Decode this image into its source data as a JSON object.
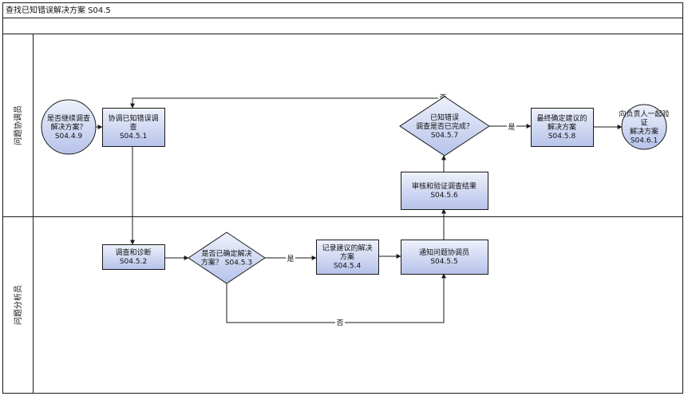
{
  "title": "查找已知错误解决方案 S04.5",
  "lanes": [
    {
      "id": "coordinator",
      "label": "问题协调员"
    },
    {
      "id": "analyst",
      "label": "问题分析员"
    }
  ],
  "nodes": [
    {
      "id": "n1",
      "shape": "circle",
      "lines": [
        "是否继续调查",
        "解决方案？",
        "S04.4.9"
      ]
    },
    {
      "id": "n2",
      "shape": "rect",
      "lines": [
        "协调已知错误调",
        "查",
        "S04.5.1"
      ]
    },
    {
      "id": "n3",
      "shape": "rect",
      "lines": [
        "调查和诊断",
        "S04.5.2"
      ]
    },
    {
      "id": "n4",
      "shape": "diamond",
      "lines": [
        "是否已确定解决",
        "方案？ S04.5.3"
      ]
    },
    {
      "id": "n5",
      "shape": "rect",
      "lines": [
        "记录建议的解决",
        "方案",
        "S04.5.4"
      ]
    },
    {
      "id": "n6",
      "shape": "rect",
      "lines": [
        "通知问题协调员",
        "S04.5.5"
      ]
    },
    {
      "id": "n7",
      "shape": "rect",
      "lines": [
        "审核和验证调查结果",
        "S04.5.6"
      ]
    },
    {
      "id": "n8",
      "shape": "diamond",
      "lines": [
        "已知错误",
        "调查是否已完成？",
        "S04.5.7"
      ]
    },
    {
      "id": "n9",
      "shape": "rect",
      "lines": [
        "最终确定建议的",
        "解决方案",
        "S04.5.8"
      ]
    },
    {
      "id": "n10",
      "shape": "circle",
      "lines": [
        "向负责人一起验",
        "证",
        "解决方案",
        "S04.6.1"
      ]
    }
  ],
  "edges": [
    {
      "from": "n1",
      "to": "n2",
      "label": ""
    },
    {
      "from": "n2",
      "to": "n3",
      "label": ""
    },
    {
      "from": "n3",
      "to": "n4",
      "label": ""
    },
    {
      "from": "n4",
      "to": "n5",
      "label": "是"
    },
    {
      "from": "n4",
      "to": "n6",
      "label": "否"
    },
    {
      "from": "n5",
      "to": "n6",
      "label": ""
    },
    {
      "from": "n6",
      "to": "n7",
      "label": ""
    },
    {
      "from": "n7",
      "to": "n8",
      "label": ""
    },
    {
      "from": "n8",
      "to": "n9",
      "label": "是"
    },
    {
      "from": "n8",
      "to": "n2",
      "label": "否"
    },
    {
      "from": "n9",
      "to": "n10",
      "label": ""
    }
  ],
  "colors": {
    "node_fill_top": "#eef1fb",
    "node_fill_bottom": "#b6c2ea",
    "node_stroke": "#1a1a1a",
    "line": "#1a1a1a"
  }
}
